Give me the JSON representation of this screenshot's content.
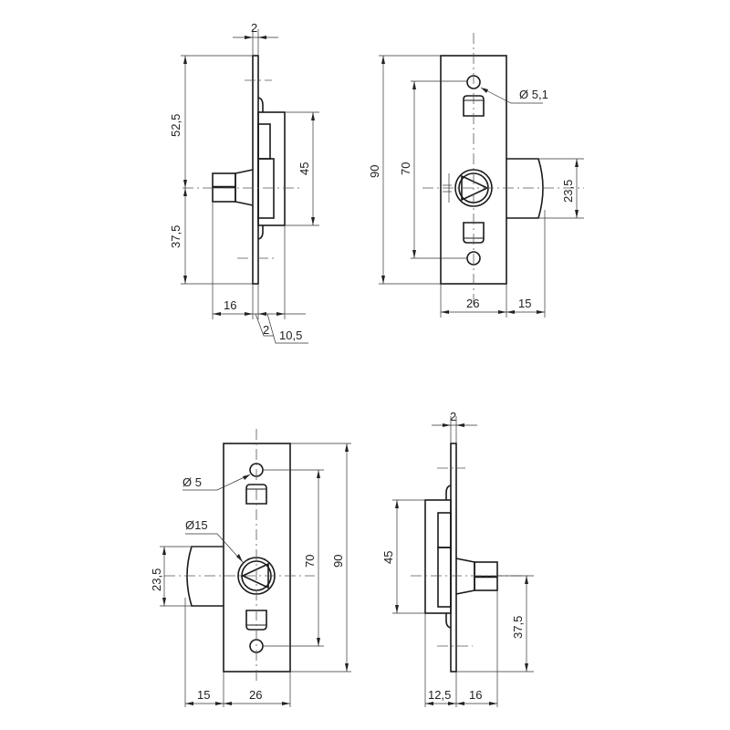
{
  "drawing": {
    "type": "technical-drawing",
    "subject": "lock / latch bolt, four orthographic views",
    "colors": {
      "line": "#1a1a1a",
      "dimension": "#333333",
      "background": "#ffffff"
    }
  },
  "views": {
    "top_left_side": {
      "dims": {
        "plate_thickness": "2",
        "upper": "52,5",
        "body_height": "45",
        "lower": "37,5",
        "knob_depth": "16",
        "plate": "2",
        "body_depth": "10,5"
      }
    },
    "top_right_front": {
      "dims": {
        "height": "90",
        "hole_spacing": "70",
        "hole_dia": "Ø 5,1",
        "bolt_height": "23,5",
        "width": "26",
        "bolt_projection": "15"
      }
    },
    "bottom_left_front": {
      "dims": {
        "hole_dia": "Ø 5",
        "cylinder_dia": "Ø15",
        "bolt_height": "23,5",
        "hole_spacing": "70",
        "height": "90",
        "bolt_projection": "15",
        "width": "26"
      }
    },
    "bottom_right_side": {
      "dims": {
        "plate_thickness": "2",
        "body_height": "45",
        "lower": "37,5",
        "body_depth": "12,5",
        "knob_depth": "16"
      }
    }
  }
}
